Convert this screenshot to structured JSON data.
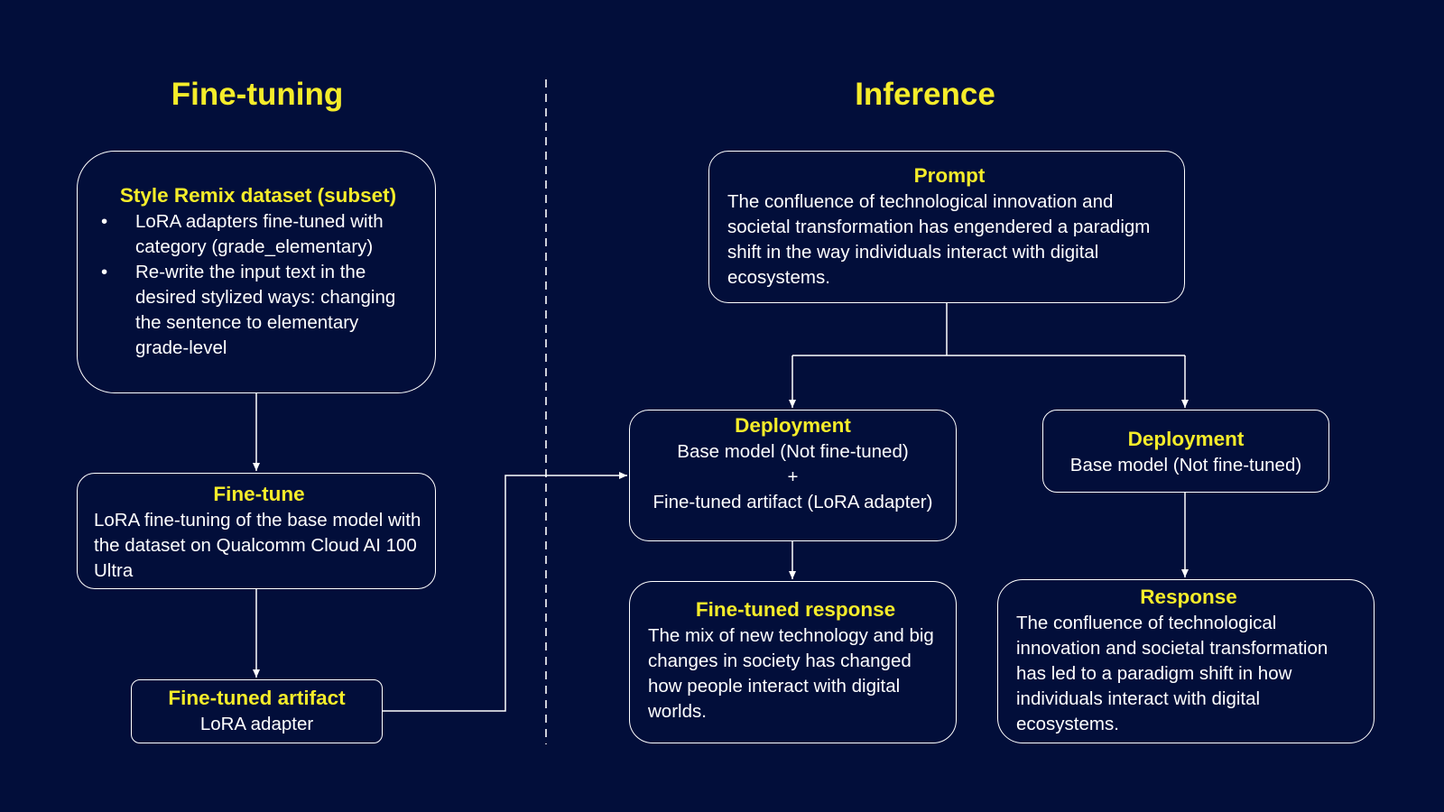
{
  "fine_tuning": {
    "heading": "Fine-tuning",
    "dataset": {
      "title": "Style Remix dataset (subset)",
      "bullets": [
        "LoRA adapters fine-tuned with category (grade_elementary)",
        "Re-write the input text in the desired stylized ways: changing the sentence to elementary grade-level"
      ]
    },
    "finetune": {
      "title": "Fine-tune",
      "body": "LoRA fine-tuning of the base model with the dataset on Qualcomm Cloud AI 100 Ultra"
    },
    "artifact": {
      "title": "Fine-tuned artifact",
      "body": "LoRA adapter"
    }
  },
  "inference": {
    "heading": "Inference",
    "prompt": {
      "title": "Prompt",
      "body": "The confluence of technological innovation and societal transformation has engendered a paradigm shift in the way individuals interact with digital ecosystems."
    },
    "deployment_finetuned": {
      "title": "Deployment",
      "line1": "Base model (Not fine-tuned)",
      "plus": "+",
      "line2": "Fine-tuned artifact (LoRA adapter)"
    },
    "deployment_base": {
      "title": "Deployment",
      "body": "Base model (Not fine-tuned)"
    },
    "finetuned_response": {
      "title": "Fine-tuned response",
      "body": "The mix of new technology and big changes in society has changed how people interact with digital worlds."
    },
    "response": {
      "title": "Response",
      "body": "The confluence of technological innovation and societal transformation has led to a paradigm shift in how individuals interact with digital ecosystems."
    }
  },
  "colors": {
    "background": "#020e3a",
    "accent": "#f5ec2a",
    "text": "#ffffff"
  }
}
